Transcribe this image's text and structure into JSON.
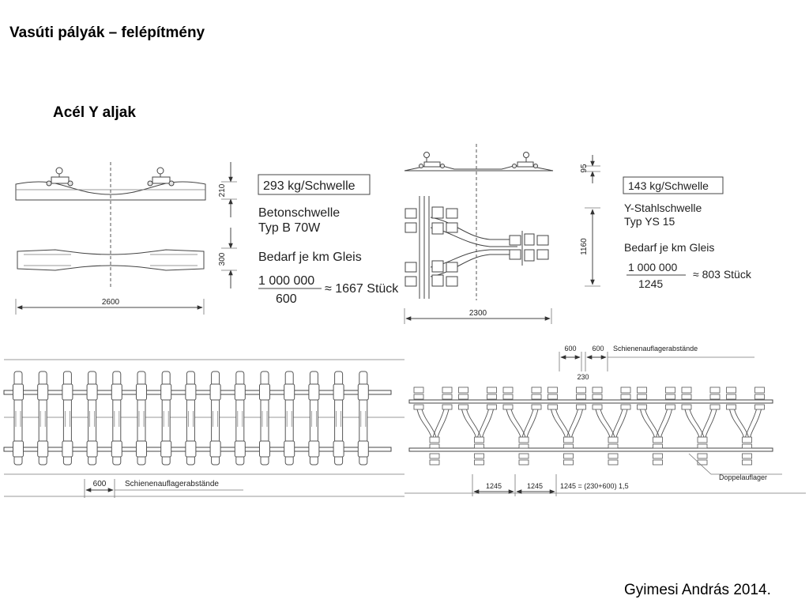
{
  "slide": {
    "title": "Vasúti pályák – felépítmény",
    "subtitle": "Acél Y aljak",
    "author": "Gyimesi András 2014."
  },
  "concrete": {
    "weight": "293 kg/Schwelle",
    "type_line1": "Betonschwelle",
    "type_line2": "Typ B 70W",
    "demand": "Bedarf je km Gleis",
    "numerator": "1 000 000",
    "denominator": "600",
    "result": "≈ 1667 Stück",
    "dim_height": "210",
    "dim_width": "300",
    "dim_length": "2600",
    "spacing": "600",
    "spacing_label": "Schienenauflagerabstände"
  },
  "steel": {
    "weight": "143 kg/Schwelle",
    "type_line1": "Y-Stahlschwelle",
    "type_line2": "Typ YS 15",
    "demand": "Bedarf je km Gleis",
    "numerator": "1 000 000",
    "denominator": "1245",
    "result": "≈ 803 Stück",
    "dim_height": "95",
    "dim_width": "1160",
    "dim_length": "2300",
    "spacing_a": "600",
    "spacing_b": "600",
    "spacing_label": "Schienenauflagerabstände",
    "gap": "230",
    "pitch_a": "1245",
    "pitch_b": "1245",
    "formula": "1245 = (230+600) 1,5",
    "double_support": "Doppelauflager"
  }
}
